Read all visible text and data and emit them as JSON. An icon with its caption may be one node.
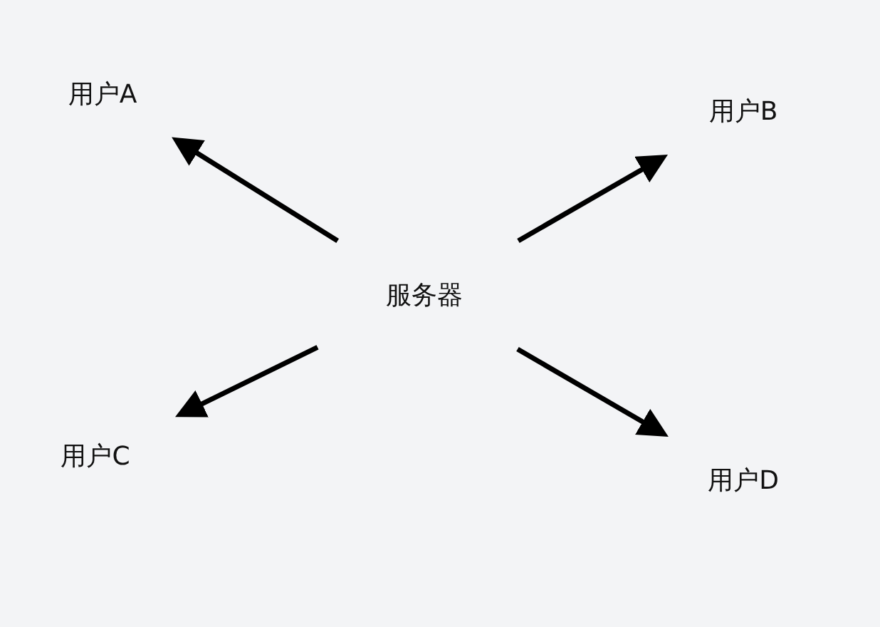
{
  "diagram": {
    "nodes": [
      {
        "text": [
          "服务器"
        ]
      },
      {
        "text": [
          "用户A"
        ]
      },
      {
        "text": [
          "用户B"
        ]
      },
      {
        "text": [
          "用户C"
        ]
      },
      {
        "text": [
          "用户D"
        ]
      }
    ],
    "edges": [
      {
        "from": 0,
        "to": 1,
        "arrow": "to"
      },
      {
        "from": 0,
        "to": 2,
        "arrow": "to"
      },
      {
        "from": 0,
        "to": 3,
        "arrow": "to"
      },
      {
        "from": 0,
        "to": 4,
        "arrow": "to"
      }
    ]
  }
}
